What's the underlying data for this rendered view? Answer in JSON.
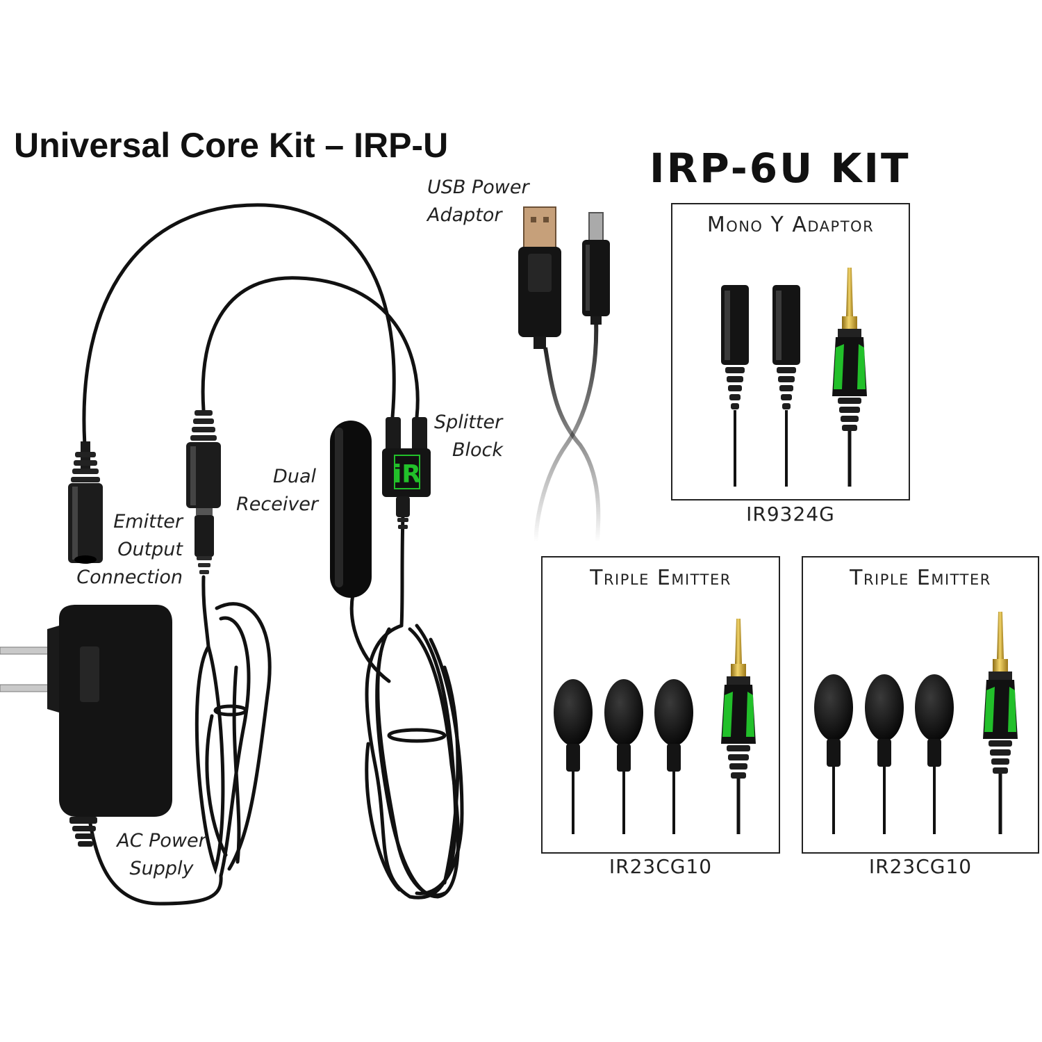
{
  "core_kit": {
    "title": "Universal Core Kit – IRP-U",
    "labels": {
      "usb_power_adaptor": [
        "USB Power",
        "Adaptor"
      ],
      "splitter_block": [
        "Splitter",
        "Block"
      ],
      "dual_receiver": [
        "Dual",
        "Receiver"
      ],
      "emitter_output": [
        "Emitter",
        "Output",
        "Connection"
      ],
      "ac_power_supply": [
        "AC Power",
        "Supply"
      ]
    },
    "logo_text": "iR"
  },
  "kit_6u": {
    "title": "IRP-6U KIT",
    "boxes": [
      {
        "title": "Mono Y Adaptor",
        "part": "IR9324G"
      },
      {
        "title": "Triple Emitter",
        "part": "IR23CG10"
      },
      {
        "title": "Triple Emitter",
        "part": "IR23CG10"
      }
    ]
  },
  "colors": {
    "cable": "#111111",
    "accent_green": "#22c02a",
    "plug_gold": "#d9b23a",
    "border": "#222222"
  }
}
